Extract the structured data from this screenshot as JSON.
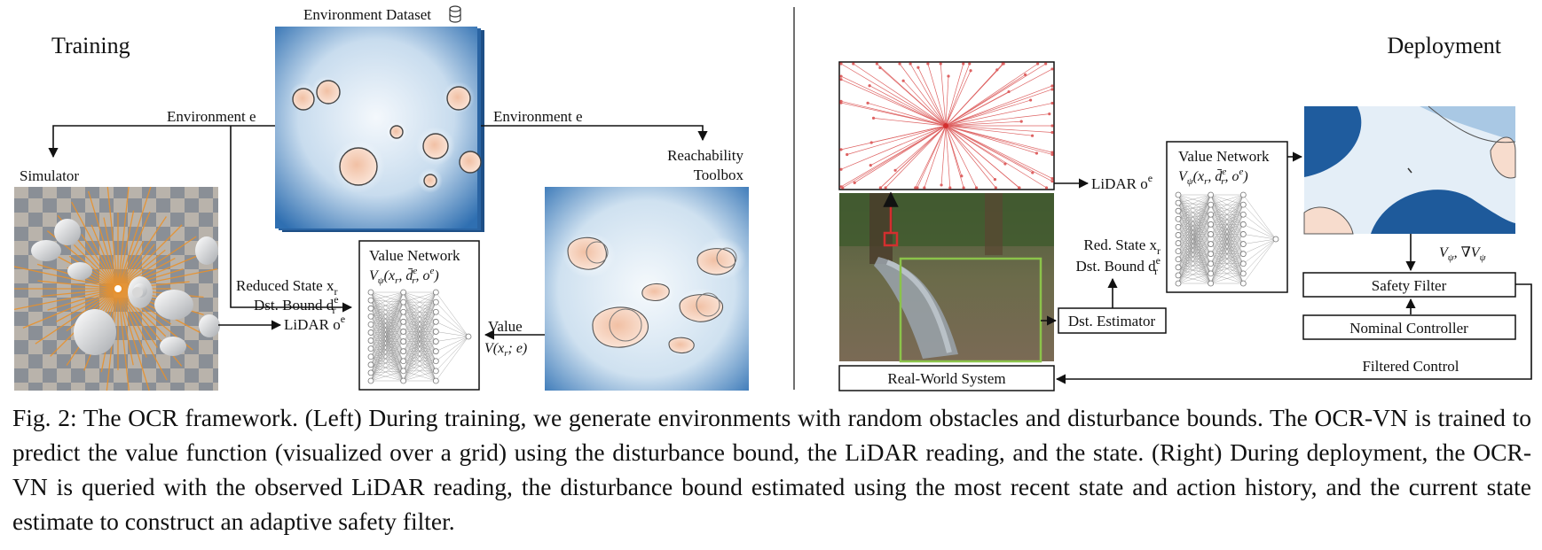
{
  "training": {
    "title": "Training",
    "dataset_label": "Environment Dataset",
    "env_left": "Environment e",
    "env_right": "Environment e",
    "simulator": "Simulator",
    "toolbox_line1": "Reachability",
    "toolbox_line2": "Toolbox",
    "reduced_state": "Reduced State x",
    "reduced_state_sub": "r",
    "dst_bound": "Dst. Bound d",
    "dst_bound_sub": "r",
    "dst_bound_sup": "e",
    "lidar": "LiDAR o",
    "lidar_sup": "e",
    "value_network": "Value Network",
    "value_network_formula": "V",
    "value_label": "Value",
    "value_formula": "V(x",
    "value_formula_end": "; e)"
  },
  "deployment": {
    "title": "Deployment",
    "lidar": "LiDAR o",
    "lidar_sup": "e",
    "value_network": "Value Network",
    "red_state": "Red. State x",
    "red_state_sub": "r",
    "dst_bound": "Dst. Bound d",
    "dst_bound_sub": "r",
    "dst_bound_sup": "e",
    "dst_estimator": "Dst. Estimator",
    "real_world": "Real-World System",
    "gradient": "V",
    "safety_filter": "Safety Filter",
    "nominal_controller": "Nominal Controller",
    "filtered_control": "Filtered Control"
  },
  "caption": {
    "text": "Fig. 2: The OCR framework. (Left) During training, we generate environments with random obstacles and disturbance bounds. The OCR-VN is trained to predict the value function (visualized over a grid) using the disturbance bound, the LiDAR reading, and the state. (Right) During deployment, the OCR-VN is queried with the observed LiDAR reading, the disturbance bound estimated using the most recent state and action history, and the current state estimate to construct an adaptive safety filter."
  },
  "colors": {
    "value_blue_dark": "#1b5aa3",
    "value_blue_light": "#e6f0f8",
    "obstacle_peach": "#f6d7c4",
    "lidar_red": "#d32f2f",
    "lidar_orange": "#e8912c",
    "grass_green": "#8bc34a"
  }
}
